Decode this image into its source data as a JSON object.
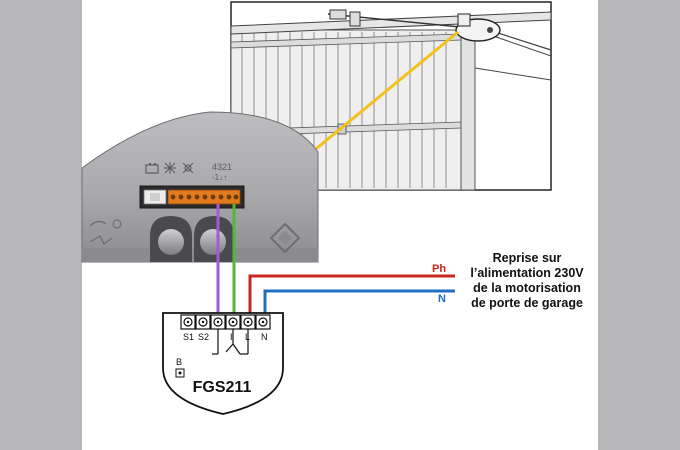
{
  "colors": {
    "side_band": "#b7b7b9",
    "phase_wire": "#c8261e",
    "neutral_wire": "#1f6fc1",
    "purple_wire": "#a45ad0",
    "green_wire": "#58b536",
    "arrow": "#f2c21b",
    "terminal_block": "#e07a1c"
  },
  "wires": {
    "phase_label": "Ph",
    "neutral_label": "N"
  },
  "caption": {
    "line1": "Reprise sur",
    "line2": "l’alimentation 230V",
    "line3": "de la motorisation",
    "line4": "de porte de garage"
  },
  "module": {
    "name": "FGS211",
    "terminals": [
      "S1",
      "S2",
      "I",
      "L",
      "N"
    ],
    "b_label": "B"
  },
  "motor_panel": {
    "label_digits": "4321",
    "label_signs": "-1↓↑"
  },
  "icons": [
    "battery-icon",
    "light-icon",
    "gear-icon",
    "arrow-diamond-icon"
  ]
}
